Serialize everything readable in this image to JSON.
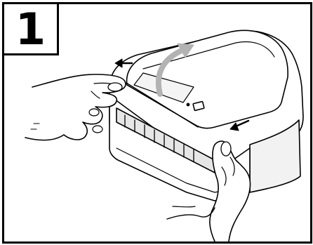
{
  "step": {
    "number": "1"
  },
  "illustration": {
    "subject": "printer",
    "colors": {
      "line": "#000000",
      "paper": "#ffffff",
      "shade": "#e6e6e6",
      "arrow_curve": "#b3b3b3"
    },
    "arrows": [
      {
        "name": "left-arrow-icon",
        "direction": "left"
      },
      {
        "name": "right-arrow-icon",
        "direction": "left"
      },
      {
        "name": "lift-arrow-icon",
        "direction": "curved-up"
      }
    ]
  }
}
